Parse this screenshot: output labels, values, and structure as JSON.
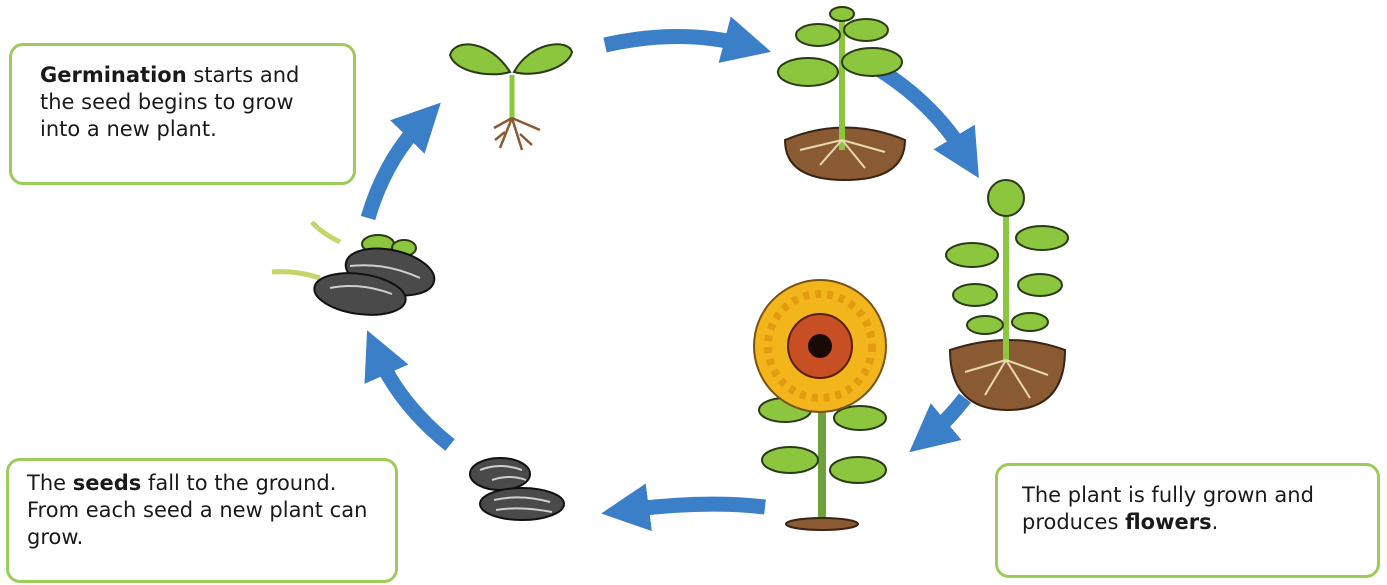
{
  "colors": {
    "arrow": "#3b7fc8",
    "caption_border": "#9ccc5a",
    "soil": "#8a5a33",
    "leaf": "#8cc63f",
    "petal": "#f2b61c",
    "seed": "#4a4a4a"
  },
  "captions": {
    "germination": {
      "bold": "Germination",
      "rest": " starts and the seed begins to grow into a new plant."
    },
    "seeds": {
      "before": "The ",
      "bold": "seeds",
      "rest": " fall to the ground. From each seed a new plant can grow."
    },
    "flowers": {
      "before": "The plant is fully grown and produces ",
      "bold": "flowers",
      "rest": "."
    }
  },
  "stages": [
    "seedling",
    "young-plant",
    "budding-plant",
    "sunflower",
    "fallen-seeds",
    "germinating-seeds"
  ]
}
